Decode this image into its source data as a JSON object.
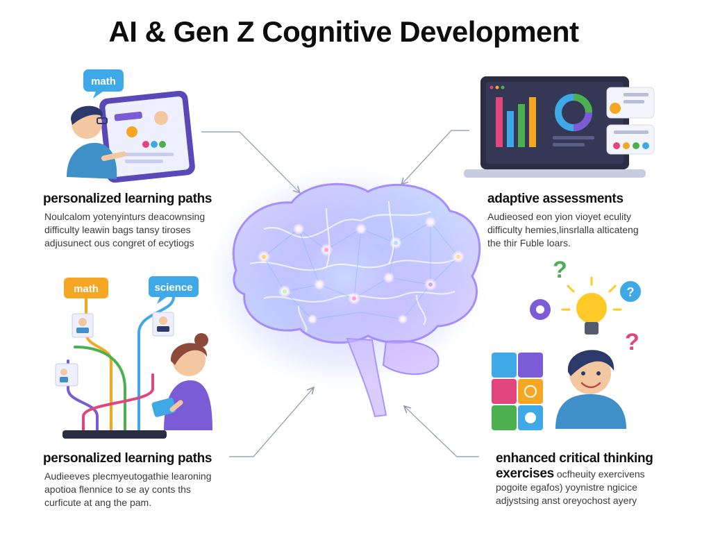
{
  "title": "AI & Gen Z Cognitive Development",
  "tags": {
    "math_top": "math",
    "math_bottom": "math",
    "science": "science"
  },
  "sections": {
    "top_left": {
      "heading": "personalized learning paths",
      "lines": [
        "Noulcalom yotenyinturs deacownsing",
        "difficulty leawin bags tansy tiroses",
        "adjusunect ous congret of ecytiogs"
      ]
    },
    "top_right": {
      "heading": "adaptive assessments",
      "lines": [
        "Audieosed eon yion vioyet eculity",
        "difficulty hemies,linsrlalla alticateng",
        "the thir Fuble loars."
      ]
    },
    "bottom_left": {
      "heading": "personalized learning paths",
      "lines": [
        "Audieeves plecmyeutogathie learoning",
        "apotioa flennice to se ay conts ths",
        "curficute at ang the pam."
      ]
    },
    "bottom_right": {
      "heading_line1": "enhanced critical thinking",
      "heading_line2": "exercises",
      "lines": [
        "ocfheuity exercivens",
        "pogoite egafos) yoynistre ngicice",
        "adjystsing anst oreyochost ayery"
      ]
    }
  },
  "colors": {
    "brain_glow": "#c9a8ff",
    "brain_lines": "#8fb8ff",
    "screen_dark": "#2b2d42",
    "accent_purple": "#7b5cd6",
    "math_tag": "#f5a623",
    "science_tag": "#3fa9e8",
    "chat_tag": "#3fa9e8"
  }
}
